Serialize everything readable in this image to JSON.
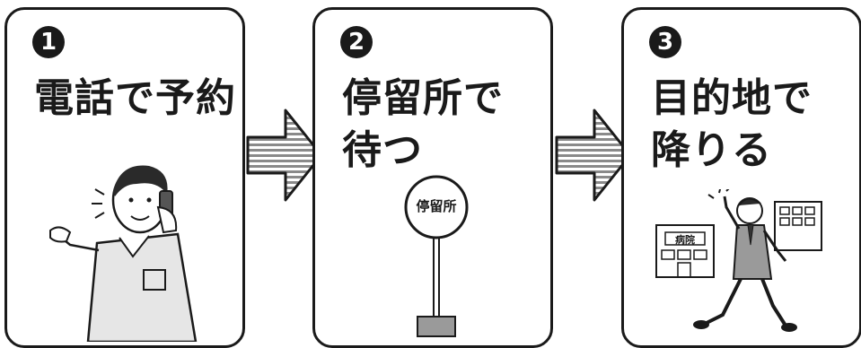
{
  "steps": [
    {
      "number": "1",
      "title": "電話で予約",
      "illustration": "man-on-phone"
    },
    {
      "number": "2",
      "title": "停留所で\n待つ",
      "illustration": "bus-stop-sign",
      "sign_text": "停留所"
    },
    {
      "number": "3",
      "title": "目的地で\n降りる",
      "illustration": "man-walking-from-hospital",
      "building_text": "病院"
    }
  ],
  "colors": {
    "outline": "#1a1a1a",
    "fill_gray": "#cfcfcf",
    "arrow_gray": "#8a8a8a"
  },
  "icons": [
    "arrow-right-icon",
    "arrow-right-icon"
  ]
}
